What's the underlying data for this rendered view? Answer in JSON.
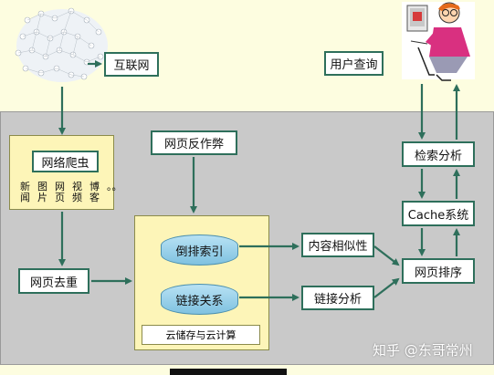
{
  "nodes": {
    "internet": "互联网",
    "user_query": "用户查询",
    "crawler": "网络爬虫",
    "crawler_types": [
      "新闻",
      "图片",
      "网页",
      "视频",
      "博客",
      "。。"
    ],
    "anti_cheat": "网页反作弊",
    "inverted_index": "倒排索引",
    "link_relation": "链接关系",
    "cloud_storage": "云储存与云计算",
    "dedup": "网页去重",
    "content_similarity": "内容相似性",
    "link_analysis": "链接分析",
    "page_rank": "网页排序",
    "cache": "Cache系统",
    "search_analysis": "检索分析"
  },
  "watermark": "知乎 @东哥常州",
  "colors": {
    "background": "#fdfde0",
    "panel": "#c9c9c9",
    "box_border": "#2e6f5b",
    "arrow": "#2e6f5b",
    "yellow_box": "#fdf5b8",
    "database": "#9fd3ea"
  }
}
